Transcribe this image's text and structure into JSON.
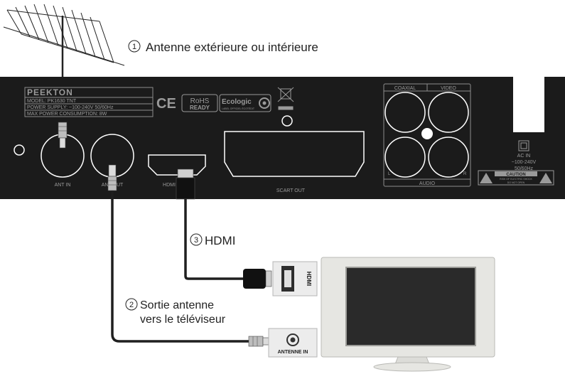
{
  "labels": {
    "step1_num": "1",
    "step1_text": "Antenne extérieure ou intérieure",
    "step2_num": "2",
    "step2_line1": "Sortie antenne",
    "step2_line2": "vers le téléviseur",
    "step3_num": "3",
    "step3_text": "HDMI"
  },
  "device": {
    "brand": "PEEKTON",
    "model": "MODEL: PK1630 TNT",
    "power_supply": "POWER SUPPLY: ~100-240V 50/60Hz",
    "max_power": "MAX POWER CONSUMPTION: 8W",
    "ce_mark": "CE",
    "rohs_top": "RoHS",
    "rohs_bottom": "READY",
    "ecologic": "Ecologic",
    "ecologic_sub": "LABEL OFFICIEL ÉCOTÉDIT",
    "port_ant_in": "ANT IN",
    "port_ant_out": "ANT OUT",
    "port_hdmi": "HDMI",
    "port_scart": "SCART OUT",
    "coaxial": "COAXIAL",
    "video": "VIDEO",
    "audio": "AUDIO",
    "audio_l": "L",
    "audio_r": "R",
    "ac_in": "AC IN",
    "ac_voltage": "~100-240V",
    "ac_freq": "50/60Hz",
    "caution": "CAUTION",
    "caution_line1": "RISK OF ELECTRIC SHOCK",
    "caution_line2": "DO NOT OPEN"
  },
  "tv": {
    "hdmi_port": "HDMI",
    "antenna_port": "ANTENNE IN"
  },
  "colors": {
    "panel": "#1b1b1b",
    "panel_text": "#9a9a9a",
    "cable": "#1f1f1f",
    "tv_frame": "#e6e6e2",
    "tv_screen": "#2a2a2a"
  }
}
